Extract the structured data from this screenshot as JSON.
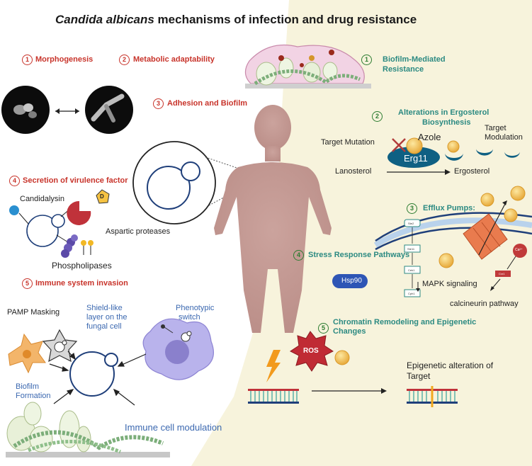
{
  "title": {
    "italic": "Candida albicans",
    "rest": " mechanisms of infection and  drug resistance"
  },
  "infection": {
    "items": [
      {
        "num": "1",
        "label": "Morphogenesis"
      },
      {
        "num": "2",
        "label": "Metabolic adaptability"
      },
      {
        "num": "3",
        "label": "Adhesion and Biofilm"
      },
      {
        "num": "4",
        "label": "Secretion of virulence factor"
      },
      {
        "num": "5",
        "label": "Immune system invasion"
      }
    ],
    "virulence": {
      "candidalysin": "Candidalysin",
      "aspartic": "Aspartic proteases",
      "phospholipases": "Phospholipases",
      "d_badge": "D"
    },
    "immune": {
      "pamp": "PAMP Masking",
      "shield": [
        "Shield-like",
        "layer on the",
        "fungal cell"
      ],
      "phenotypic": [
        "Phenotypic",
        "switch"
      ],
      "biofilm": [
        "Biofilm",
        "Formation"
      ],
      "modulation": "Immune cell modulation"
    }
  },
  "resistance": {
    "items": [
      {
        "num": "1",
        "label": [
          "Biofilm-Mediated",
          "Resistance"
        ]
      },
      {
        "num": "2",
        "label": [
          "Alterations in Ergosterol",
          "Biosynthesis"
        ]
      },
      {
        "num": "3",
        "label": [
          "Efflux Pumps:"
        ]
      },
      {
        "num": "4",
        "label": [
          "Stress Response Pathways"
        ]
      },
      {
        "num": "5",
        "label": [
          "Chromatin Remodeling and Epigenetic",
          "Changes"
        ]
      }
    ],
    "ergosterol": {
      "target_mutation": "Target Mutation",
      "azole": "Azole",
      "erg11": "Erg11",
      "target_modulation": [
        "Target",
        "Modulation"
      ],
      "lanosterol": "Lanosterol",
      "ergosterol": "Ergosterol"
    },
    "stress": {
      "hsp90": "Hsp90",
      "mapk": "MAPK signaling",
      "calcineurin": "calcineurin pathway",
      "cascade": [
        "Ste2",
        "Ste11",
        "Cek1",
        "Cph1"
      ],
      "ca": "Ca²⁺",
      "crz1": "Crz1"
    },
    "epigenetic": {
      "ros": "ROS",
      "alteration": [
        "Epigenetic alteration of",
        "Target"
      ]
    }
  },
  "colors": {
    "infection_red": "#c8342b",
    "resistance_teal": "#2c8a82",
    "panel_right": "#f7f3dc",
    "body": "#c39a94",
    "membrane_blue": "#1f3f7a",
    "immune_blue": "#3b68b0"
  }
}
